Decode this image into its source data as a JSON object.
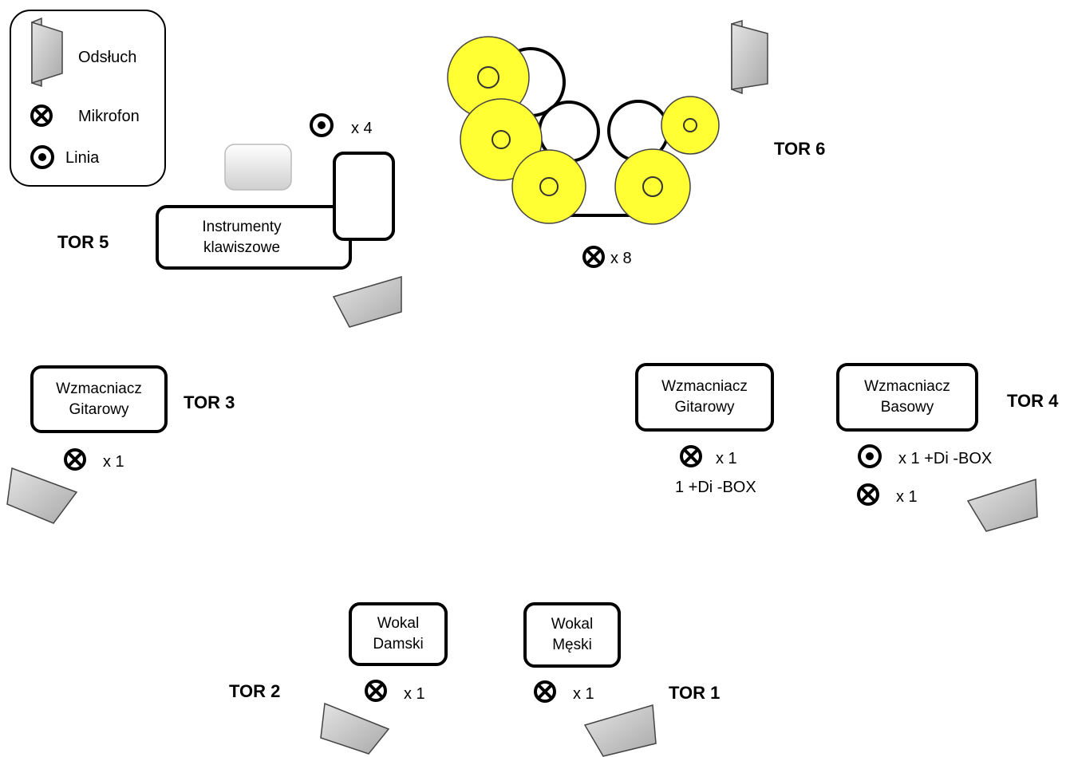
{
  "legend": {
    "monitor": "Odsłuch",
    "microphone": "Mikrofon",
    "line": "Linia"
  },
  "keys": {
    "label_line1": "Instrumenty",
    "label_line2": "klawiszowe",
    "line_count": "x 4",
    "track": "TOR 5"
  },
  "drums": {
    "mic_count": "x 8",
    "track": "TOR 6"
  },
  "guitar_left": {
    "label_line1": "Wzmacniacz",
    "label_line2": "Gitarowy",
    "mic_count": "x 1",
    "track": "TOR 3"
  },
  "guitar_right": {
    "label_line1": "Wzmacniacz",
    "label_line2": "Gitarowy",
    "mic_count": "x 1",
    "note": "1 +Di -BOX"
  },
  "bass": {
    "label_line1": "Wzmacniacz",
    "label_line2": "Basowy",
    "line_count": "x 1 +Di -BOX",
    "mic_count": "x 1",
    "track": "TOR 4"
  },
  "vocal_female": {
    "label_line1": "Wokal",
    "label_line2": "Damski",
    "mic_count": "x 1",
    "track": "TOR 2"
  },
  "vocal_male": {
    "label_line1": "Wokal",
    "label_line2": "Męski",
    "mic_count": "x 1",
    "track": "TOR 1"
  },
  "colors": {
    "cymbal": "#ffff33",
    "monitor": "#c8c8c8",
    "outline": "#000000"
  }
}
